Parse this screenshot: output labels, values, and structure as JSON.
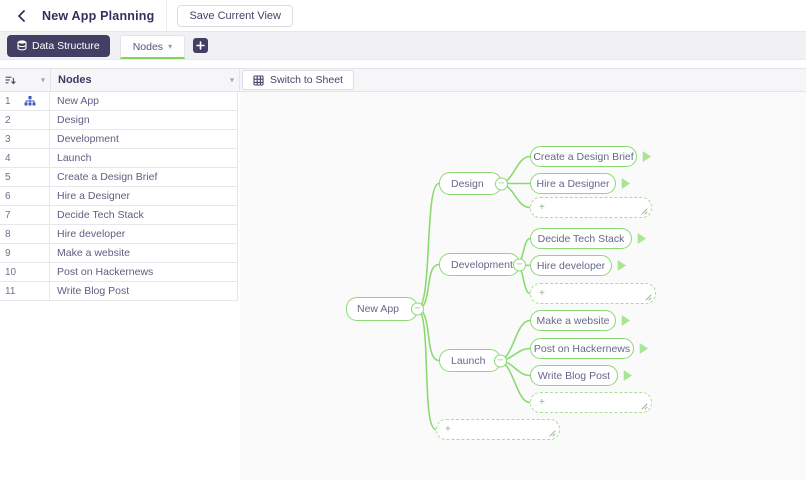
{
  "header": {
    "title": "New App Planning",
    "save_view_button": "Save Current View"
  },
  "tabbar": {
    "data_structure_button": "Data Structure",
    "active_tab": "Nodes"
  },
  "grid_header": {
    "nodes_column": "Nodes",
    "switch_button": "Switch to Sheet"
  },
  "table": {
    "rows": [
      {
        "num": "1",
        "label": "New App"
      },
      {
        "num": "2",
        "label": "Design"
      },
      {
        "num": "3",
        "label": "Development"
      },
      {
        "num": "4",
        "label": "Launch"
      },
      {
        "num": "5",
        "label": "Create a Design Brief"
      },
      {
        "num": "6",
        "label": "Hire a Designer"
      },
      {
        "num": "7",
        "label": "Decide Tech Stack"
      },
      {
        "num": "8",
        "label": "Hire developer"
      },
      {
        "num": "9",
        "label": "Make a website"
      },
      {
        "num": "10",
        "label": "Post on Hackernews"
      },
      {
        "num": "11",
        "label": "Write Blog Post"
      }
    ]
  },
  "mindmap": {
    "root": {
      "label": "New App"
    },
    "branches": [
      {
        "label": "Design",
        "children": [
          "Create a Design Brief",
          "Hire a Designer"
        ]
      },
      {
        "label": "Development",
        "children": [
          "Decide Tech Stack",
          "Hire developer"
        ]
      },
      {
        "label": "Launch",
        "children": [
          "Make a website",
          "Post on Hackernews",
          "Write Blog Post"
        ]
      }
    ]
  },
  "icons": {
    "caret_down": "▾",
    "minus": "−",
    "plus": "+"
  },
  "colors": {
    "accent_green": "#8cd973",
    "navy": "#413f63",
    "text_navy": "#5e5e82"
  }
}
